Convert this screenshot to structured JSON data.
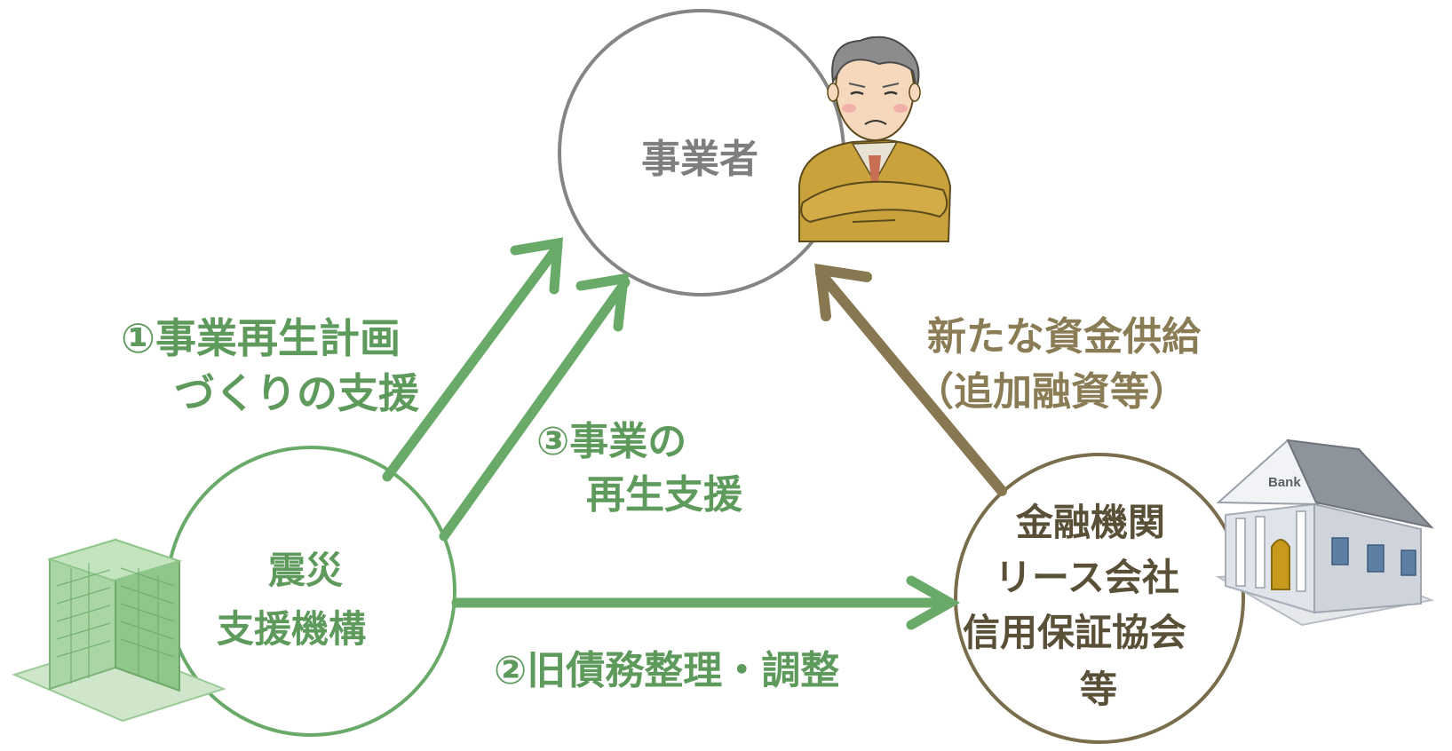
{
  "colors": {
    "green": "#6aaa69",
    "green_text": "#5e9a5c",
    "gray": "#7e7e7e",
    "olive": "#8a7c55",
    "dark_text": "#5a5038"
  },
  "nodes": {
    "business_owner": {
      "label": "事業者",
      "icon": "worried-man-arms-crossed-icon"
    },
    "support_org": {
      "line1": "震災",
      "line2": "支援機構",
      "icon": "office-building-icon"
    },
    "financial": {
      "line1": "金融機関",
      "line2": "リース会社",
      "line3": "信用保証協会",
      "line4": "等",
      "icon": "bank-building-icon",
      "icon_text": "Bank"
    }
  },
  "edges": {
    "plan_support": {
      "line1": "①事業再生計画",
      "line2": "づくりの支援"
    },
    "revival_support": {
      "line1": "③事業の",
      "line2": "再生支援"
    },
    "debt_adjust": {
      "label": "②旧債務整理・調整"
    },
    "new_funding": {
      "line1": "新たな資金供給",
      "line2": "（追加融資等）"
    }
  }
}
